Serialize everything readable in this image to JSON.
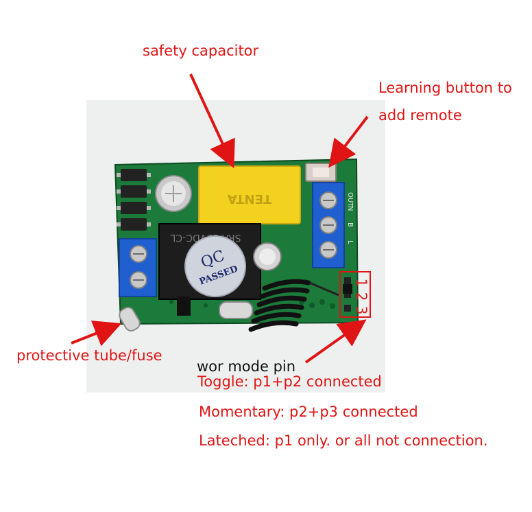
{
  "annotations": {
    "safety_capacitor": "safety capacitor",
    "learning_button_line1": "Learning button to",
    "learning_button_line2": "add remote",
    "protective_tube": "protective tube/fuse",
    "wor_mode_pin": "wor mode pin",
    "toggle": "Toggle: p1+p2  connected",
    "momentary": "Momentary: p2+p3 connected",
    "latched": "Lateched: p1 only. or all not connection."
  },
  "pins": [
    "1",
    "2",
    "3"
  ],
  "component_text": {
    "relay": "SRA-12VDC-CL",
    "capacitor_brand": "TENTA",
    "qc_line1": "QC",
    "qc_line2": "PASSED",
    "terminal_out": "OUT",
    "terminal_n": "N",
    "terminal_b": "B",
    "terminal_l": "L"
  },
  "colors": {
    "annotation_red": "#e01414",
    "pcb_green": "#1c7a3a",
    "terminal_blue": "#1f5fd0",
    "capacitor_yellow": "#f3d21f"
  }
}
